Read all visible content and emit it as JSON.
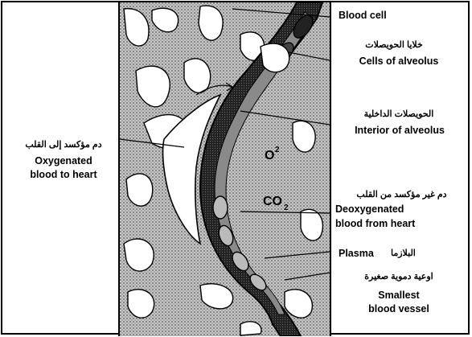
{
  "labels": {
    "blood_cell": {
      "en": "Blood cell"
    },
    "cells_of_alveolus": {
      "ar": "خلايا الحويصلات",
      "en": "Cells of alveolus"
    },
    "interior_of_alveolus": {
      "ar": "الحويصلات الداخلية",
      "en": "Interior of alveolus"
    },
    "deoxygenated": {
      "ar": "دم غير مؤكسد من القلب",
      "en_1": "Deoxygenated",
      "en_2": "blood from heart"
    },
    "plasma": {
      "en": "Plasma",
      "ar": "البلازما"
    },
    "smallest_vessel": {
      "ar": "اوعية دموية صغيرة",
      "en_1": "Smallest",
      "en_2": "blood vessel"
    },
    "oxygenated": {
      "ar": "دم مؤكسد إلى القلب",
      "en_1": "Oxygenated",
      "en_2": "blood to heart"
    }
  },
  "gases": {
    "o2": "O",
    "o2_sup": "2",
    "co2": "CO",
    "co2_sub": "2"
  },
  "colors": {
    "ink": "#000000",
    "paper": "#ffffff",
    "stipple": "#9a9a9a"
  }
}
